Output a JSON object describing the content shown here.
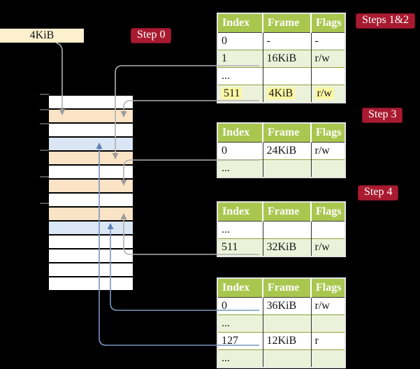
{
  "title": "Page table translation diagram",
  "colors": {
    "background": "#000000",
    "badge_crimson": "#a81a30",
    "table_header_green": "#a9c74f",
    "table_row_green": "#ecf2da",
    "table_border_olive": "#8ca23c",
    "memory_page_orange": "#fbe3c6",
    "memory_page_blue": "#dbe6f4",
    "highlight_yellow": "#fbf8a4",
    "box_cream": "#fcf0cd",
    "connector_grey": "#b0b0b0",
    "connector_grey_arrow": "#9c9c9c",
    "connector_blue": "#7a96c2",
    "connector_blue_arrow": "#5f80b5",
    "tick_grey": "#8a8a8a"
  },
  "page_size_box": {
    "label": "4KiB"
  },
  "step_badges": [
    {
      "id": "step0",
      "label": "Step 0"
    },
    {
      "id": "steps12",
      "label": "Steps 1&2"
    },
    {
      "id": "step3",
      "label": "Step 3"
    },
    {
      "id": "step4",
      "label": "Step 4"
    }
  ],
  "memory_column": {
    "rows": [
      "white",
      "orange",
      "white",
      "blue",
      "orange",
      "white",
      "orange",
      "white",
      "orange",
      "blue",
      "white",
      "white",
      "white",
      "white"
    ]
  },
  "page_tables": [
    {
      "id": "table-1",
      "step": "Steps 1&2",
      "headers": [
        "Index",
        "Frame",
        "Flags"
      ],
      "rows": [
        {
          "cells": [
            "0",
            "-",
            "-"
          ],
          "shaded": false,
          "highlighted": false,
          "linked": false
        },
        {
          "cells": [
            "1",
            "16KiB",
            "r/w"
          ],
          "shaded": true,
          "highlighted": false,
          "linked": true
        },
        {
          "cells": [
            "...",
            "",
            ""
          ],
          "shaded": false,
          "highlighted": false,
          "linked": false
        },
        {
          "cells": [
            "511",
            "4KiB",
            "r/w"
          ],
          "shaded": true,
          "highlighted": true,
          "linked": true
        }
      ]
    },
    {
      "id": "table-2",
      "step": "Step 3",
      "headers": [
        "Index",
        "Frame",
        "Flags"
      ],
      "rows": [
        {
          "cells": [
            "0",
            "24KiB",
            "r/w"
          ],
          "shaded": false,
          "highlighted": false,
          "linked": true
        },
        {
          "cells": [
            "...",
            "",
            ""
          ],
          "shaded": true,
          "highlighted": false,
          "linked": false
        }
      ]
    },
    {
      "id": "table-3",
      "step": "Step 4",
      "headers": [
        "Index",
        "Frame",
        "Flags"
      ],
      "rows": [
        {
          "cells": [
            "...",
            "",
            ""
          ],
          "shaded": false,
          "highlighted": false,
          "linked": false
        },
        {
          "cells": [
            "511",
            "32KiB",
            "r/w"
          ],
          "shaded": true,
          "highlighted": false,
          "linked": true
        }
      ]
    },
    {
      "id": "table-4",
      "step": "",
      "headers": [
        "Index",
        "Frame",
        "Flags"
      ],
      "rows": [
        {
          "cells": [
            "0",
            "36KiB",
            "r/w"
          ],
          "shaded": false,
          "highlighted": false,
          "linked": true
        },
        {
          "cells": [
            "...",
            "",
            ""
          ],
          "shaded": true,
          "highlighted": false,
          "linked": false
        },
        {
          "cells": [
            "127",
            "12KiB",
            "r"
          ],
          "shaded": false,
          "highlighted": false,
          "linked": true
        },
        {
          "cells": [
            "...",
            "",
            ""
          ],
          "shaded": true,
          "highlighted": false,
          "linked": false
        }
      ]
    }
  ],
  "connectors": [
    {
      "id": "c0",
      "color": "grey",
      "from": "page-size-box",
      "to": "memory-row-2"
    },
    {
      "id": "c1",
      "color": "grey",
      "from": "table1-row-1",
      "to": "memory-row-5"
    },
    {
      "id": "c2",
      "color": "grey",
      "from": "table1-row-511",
      "to": "memory-row-2"
    },
    {
      "id": "c3",
      "color": "grey",
      "from": "table2-row-0",
      "to": "memory-row-7"
    },
    {
      "id": "c4",
      "color": "grey",
      "from": "table3-row-511",
      "to": "memory-row-9"
    },
    {
      "id": "c5",
      "color": "blue",
      "from": "table4-row-0",
      "to": "memory-row-10"
    },
    {
      "id": "c6",
      "color": "blue",
      "from": "table4-row-127",
      "to": "memory-row-4"
    }
  ]
}
